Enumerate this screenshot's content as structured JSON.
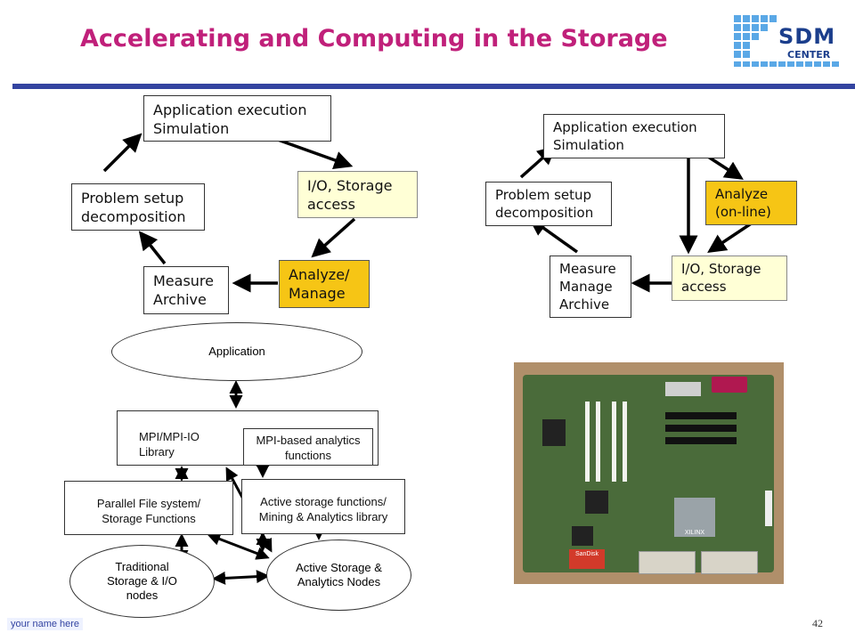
{
  "slide": {
    "title": "Accelerating and Computing in the Storage",
    "footer_left": "your name here",
    "page_number": "42"
  },
  "logo": {
    "line1": "SDM",
    "line2": "CENTER"
  },
  "cycle_left": {
    "app": [
      "Application execution",
      "Simulation"
    ],
    "io": [
      "I/O, Storage",
      "access"
    ],
    "analyze": [
      "Analyze/",
      "Manage"
    ],
    "measure": [
      "Measure",
      "Archive"
    ],
    "setup": [
      "Problem setup",
      "decomposition"
    ]
  },
  "cycle_right": {
    "app": [
      "Application execution",
      "Simulation"
    ],
    "analyze": [
      "Analyze",
      "(on-line)"
    ],
    "io": [
      "I/O, Storage",
      "access"
    ],
    "measure": [
      "Measure",
      "Manage",
      "Archive"
    ],
    "setup": [
      "Problem setup",
      "decomposition"
    ]
  },
  "stack": {
    "application": "Application",
    "mpi": [
      "MPI/MPI-IO",
      "Library"
    ],
    "mpi_analytics": [
      "MPI-based analytics",
      "functions"
    ],
    "pfs": [
      "Parallel File system/",
      "Storage Functions"
    ],
    "active_fn": [
      "Active storage functions/",
      "Mining & Analytics library"
    ],
    "traditional": [
      "Traditional",
      "Storage & I/O",
      "nodes"
    ],
    "active_nodes": [
      "Active Storage &",
      "Analytics Nodes"
    ]
  },
  "photo": {
    "chip_label": "XILINX",
    "card_label": "SanDisk"
  },
  "colors": {
    "title": "#c0207a",
    "bar": "#3344a0",
    "highlight": "#f6c515",
    "light_yellow": "#ffffd6"
  }
}
